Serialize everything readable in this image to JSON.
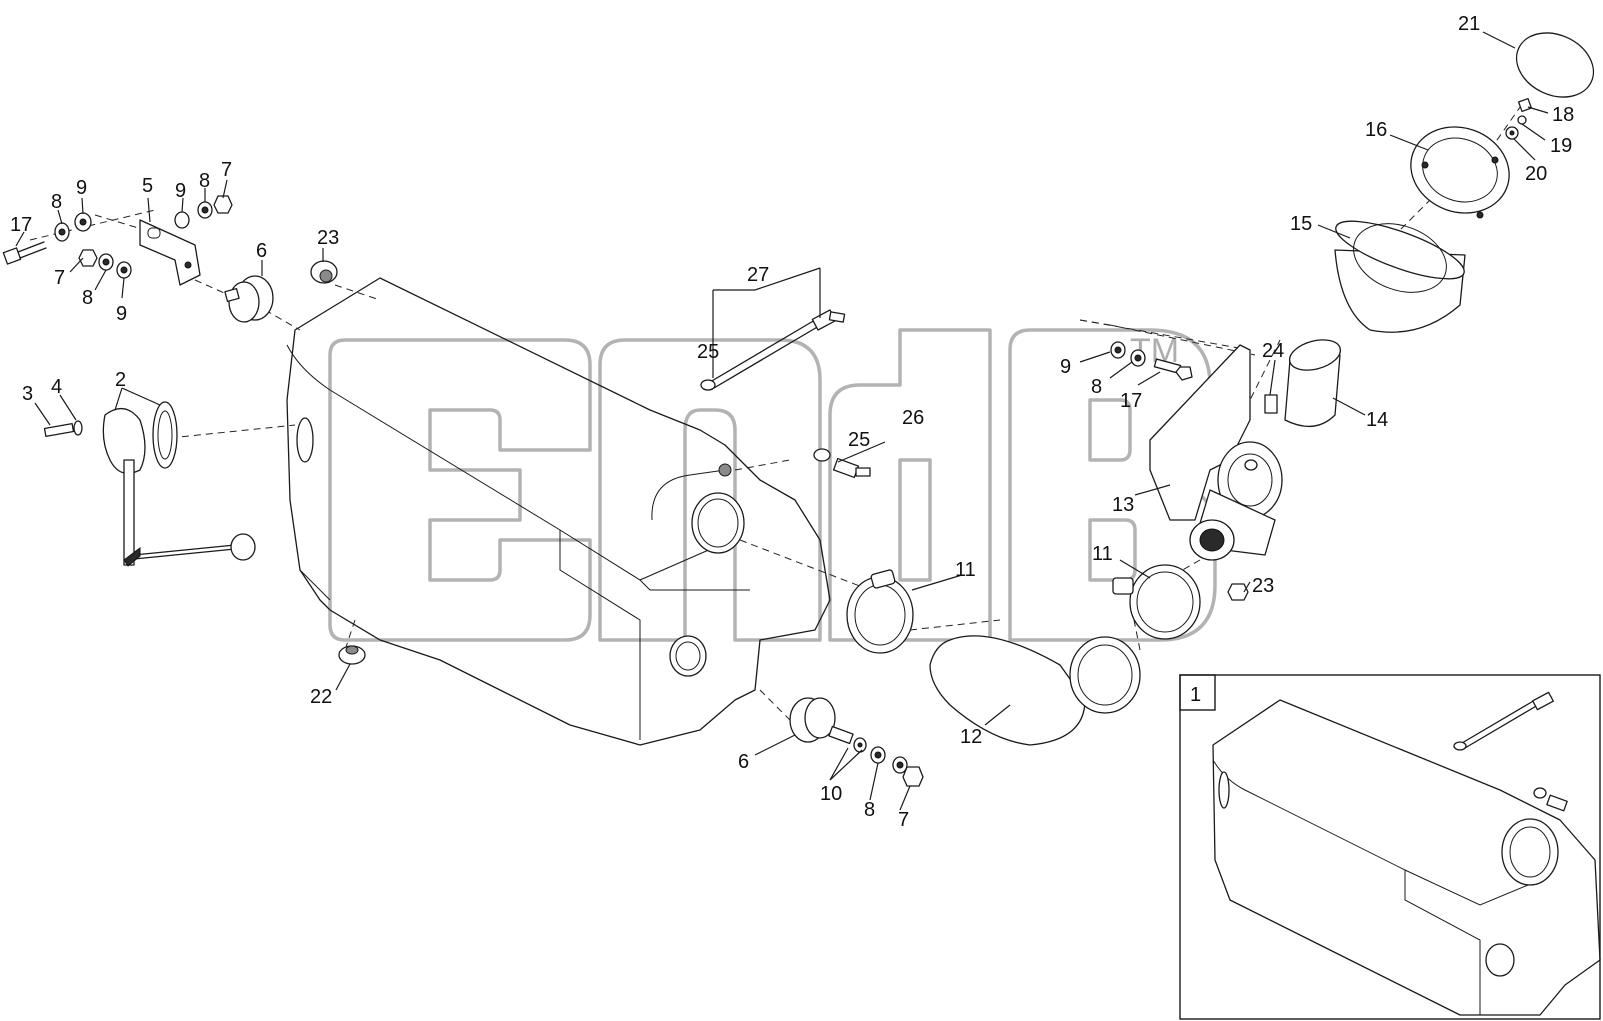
{
  "diagram": {
    "callouts": [
      {
        "id": "c21",
        "label": "21"
      },
      {
        "id": "c18",
        "label": "18"
      },
      {
        "id": "c19",
        "label": "19"
      },
      {
        "id": "c20",
        "label": "20"
      },
      {
        "id": "c16",
        "label": "16"
      },
      {
        "id": "c15",
        "label": "15"
      },
      {
        "id": "c14",
        "label": "14"
      },
      {
        "id": "c24",
        "label": "24"
      },
      {
        "id": "c9b",
        "label": "9"
      },
      {
        "id": "c8b",
        "label": "8"
      },
      {
        "id": "c17b",
        "label": "17"
      },
      {
        "id": "c13",
        "label": "13"
      },
      {
        "id": "c11b",
        "label": "11"
      },
      {
        "id": "c23b",
        "label": "23"
      },
      {
        "id": "c11a",
        "label": "11"
      },
      {
        "id": "c12",
        "label": "12"
      },
      {
        "id": "c27",
        "label": "27"
      },
      {
        "id": "c25a",
        "label": "25"
      },
      {
        "id": "c25b",
        "label": "25"
      },
      {
        "id": "c26",
        "label": "26"
      },
      {
        "id": "c23a",
        "label": "23"
      },
      {
        "id": "c6a",
        "label": "6"
      },
      {
        "id": "c5",
        "label": "5"
      },
      {
        "id": "c9a",
        "label": "9"
      },
      {
        "id": "c8a",
        "label": "8"
      },
      {
        "id": "c7a",
        "label": "7"
      },
      {
        "id": "c9c",
        "label": "9"
      },
      {
        "id": "c8c",
        "label": "8"
      },
      {
        "id": "c17a",
        "label": "17"
      },
      {
        "id": "c7b",
        "label": "7"
      },
      {
        "id": "c8d",
        "label": "8"
      },
      {
        "id": "c9d",
        "label": "9"
      },
      {
        "id": "c3",
        "label": "3"
      },
      {
        "id": "c4",
        "label": "4"
      },
      {
        "id": "c2",
        "label": "2"
      },
      {
        "id": "c22",
        "label": "22"
      },
      {
        "id": "c6b",
        "label": "6"
      },
      {
        "id": "c10",
        "label": "10"
      },
      {
        "id": "c8e",
        "label": "8"
      },
      {
        "id": "c7c",
        "label": "7"
      }
    ],
    "inset_label": "1",
    "watermark_text": "TM"
  }
}
